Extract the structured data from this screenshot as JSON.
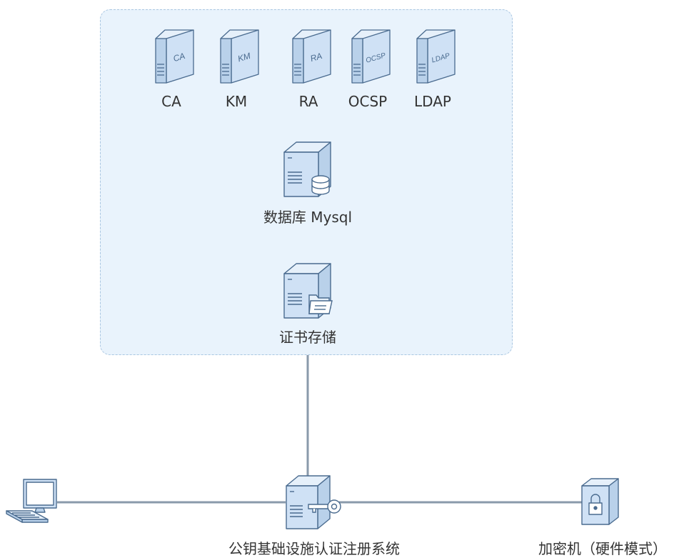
{
  "servers": [
    {
      "id": "ca",
      "icon_text": "CA",
      "label": "CA"
    },
    {
      "id": "km",
      "icon_text": "KM",
      "label": "KM"
    },
    {
      "id": "ra",
      "icon_text": "RA",
      "label": "RA"
    },
    {
      "id": "ocsp",
      "icon_text": "OCSP",
      "label": "OCSP"
    },
    {
      "id": "ldap",
      "icon_text": "LDAP",
      "label": "LDAP"
    }
  ],
  "database": {
    "label": "数据库 Mysql"
  },
  "storage": {
    "label": "证书存储"
  },
  "pki_system": {
    "label": "公钥基础设施认证注册系统"
  },
  "hsm": {
    "label": "加密机（硬件模式）"
  },
  "colors": {
    "panel_bg": "#e9f3fc",
    "panel_border": "#a9c6e1",
    "line": "#8a9aab",
    "icon_stroke": "#4a6b8f",
    "icon_fill": "#cfe1f5"
  }
}
